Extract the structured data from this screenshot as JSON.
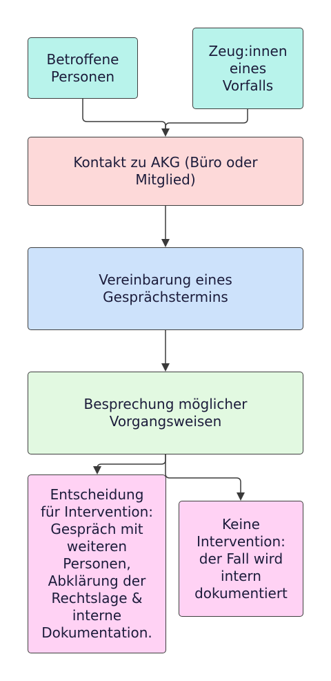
{
  "nodes": {
    "betroffene": "Betroffene\nPersonen",
    "zeuginnen": "Zeug:innen\neines\nVorfalls",
    "kontakt": "Kontakt zu AKG (Büro oder\nMitglied)",
    "vereinbarung": "Vereinbarung eines\nGesprächstermins",
    "besprechung": "Besprechung möglicher\nVorgangsweisen",
    "intervention": "Entscheidung\nfür Intervention:\nGespräch mit\nweiteren\nPersonen,\nAbklärung der\nRechtslage &\ninterne\nDokumentation.",
    "keine": "Keine\nIntervention:\nder Fall wird\nintern\ndokumentiert"
  },
  "colors": {
    "teal": "#b8f3eb",
    "red": "#fdd9d9",
    "blue": "#cde2fb",
    "green": "#e2f9e1",
    "pink": "#ffd2f4"
  }
}
